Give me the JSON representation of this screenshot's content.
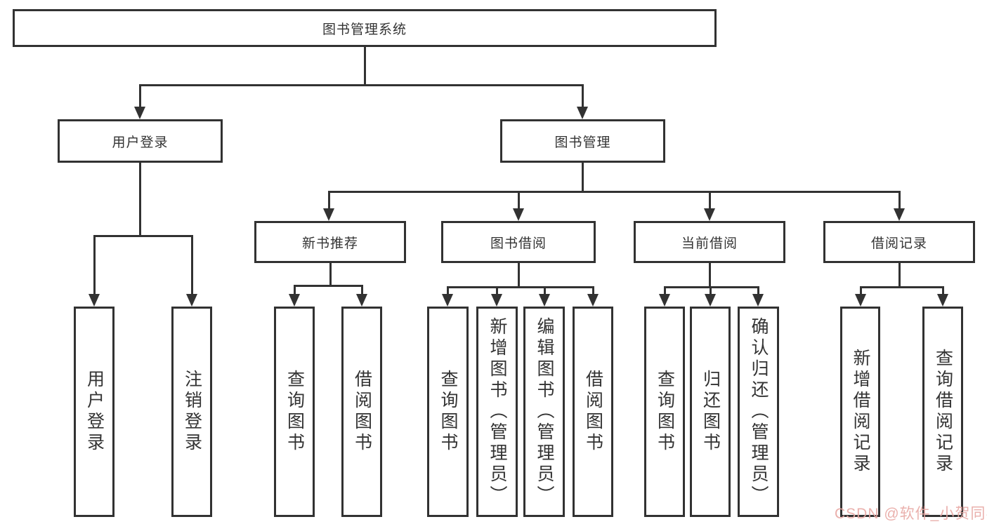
{
  "diagram": {
    "title": "图书管理系统",
    "colors": {
      "line": "#323232",
      "watermark_pink": "#e8a8a4"
    },
    "root": {
      "label": "图书管理系统"
    },
    "level2": {
      "user_login": {
        "label": "用户登录"
      },
      "book_mgmt": {
        "label": "图书管理"
      }
    },
    "level3": {
      "new_books": {
        "label": "新书推荐"
      },
      "book_borrow": {
        "label": "图书借阅"
      },
      "current_borrow": {
        "label": "当前借阅"
      },
      "borrow_records": {
        "label": "借阅记录"
      }
    },
    "leaves": {
      "user_login": [
        "用户登录",
        "注销登录"
      ],
      "new_books": [
        "查询图书",
        "借阅图书"
      ],
      "book_borrow": [
        "查询图书",
        "新增图书（管理员）",
        "编辑图书（管理员）",
        "借阅图书"
      ],
      "current_borrow": [
        "查询图书",
        "归还图书",
        "确认归还（管理员）"
      ],
      "borrow_records": [
        "新增借阅记录",
        "查询借阅记录"
      ]
    },
    "watermark": "CSDN @软件_小贺同学"
  }
}
